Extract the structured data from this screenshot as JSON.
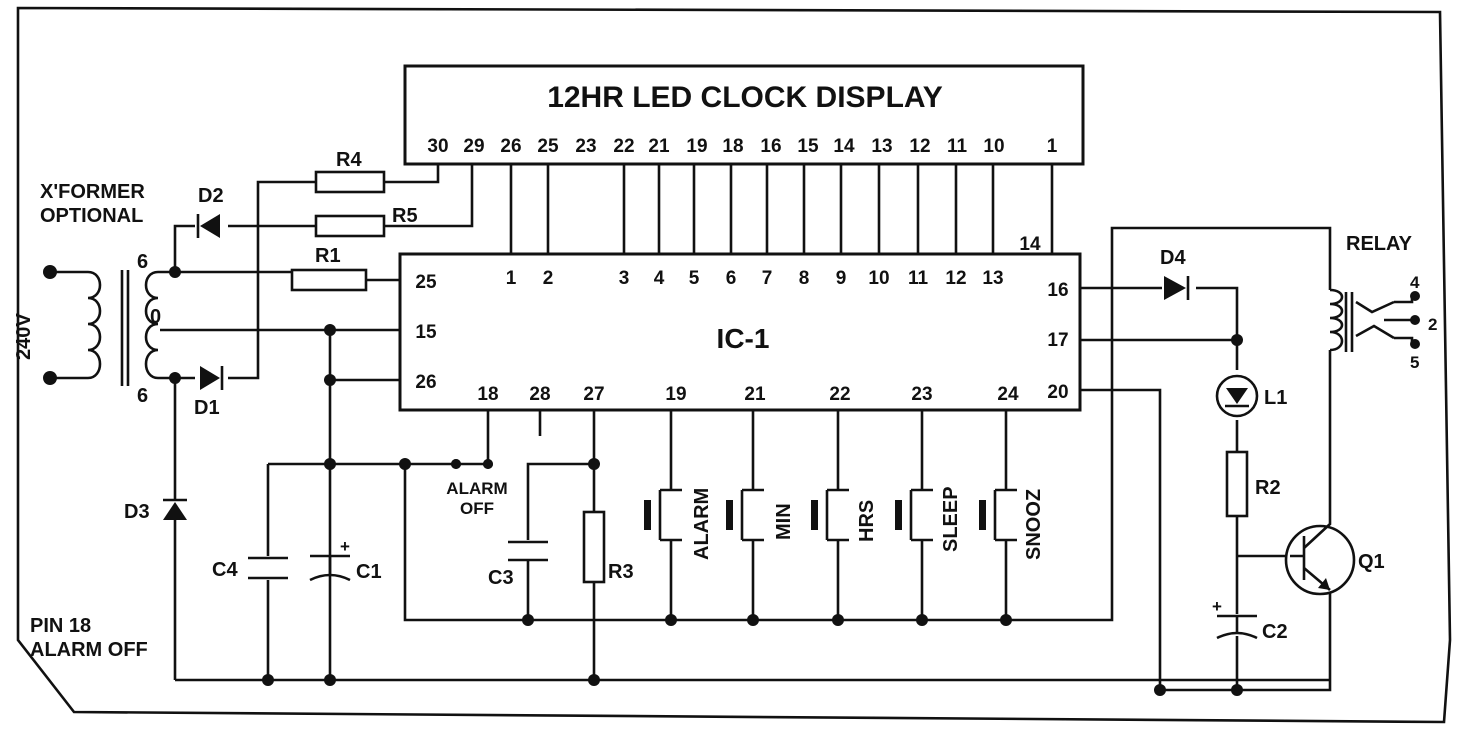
{
  "display": {
    "title": "12HR LED CLOCK DISPLAY",
    "pins": [
      "30",
      "29",
      "26",
      "25",
      "23",
      "22",
      "21",
      "19",
      "18",
      "16",
      "15",
      "14",
      "13",
      "12",
      "11",
      "10",
      "1"
    ],
    "pin_14": "14"
  },
  "ic": {
    "name": "IC-1",
    "left_pins": [
      "25",
      "15",
      "26"
    ],
    "top_pins": [
      "1",
      "2",
      "3",
      "4",
      "5",
      "6",
      "7",
      "8",
      "9",
      "10",
      "11",
      "12",
      "13"
    ],
    "bottom_pins": [
      "18",
      "28",
      "27",
      "19",
      "21",
      "22",
      "23",
      "24"
    ],
    "right_pins": [
      "16",
      "17",
      "20"
    ]
  },
  "transformer": {
    "label_line1": "X'FORMER",
    "label_line2": "OPTIONAL",
    "primary": "240V",
    "tap_top": "6",
    "tap_mid": "0",
    "tap_bottom": "6"
  },
  "components": {
    "R1": "R1",
    "R2": "R2",
    "R3": "R3",
    "R4": "R4",
    "R5": "R5",
    "D1": "D1",
    "D2": "D2",
    "D3": "D3",
    "D4": "D4",
    "C1": "C1",
    "C2": "C2",
    "C3": "C3",
    "C4": "C4",
    "L1": "L1",
    "Q1": "Q1",
    "plus": "+"
  },
  "switches": {
    "alarm_off_line1": "ALARM",
    "alarm_off_line2": "OFF",
    "alarm": "ALARM",
    "min": "MIN",
    "hrs": "HRS",
    "sleep": "SLEEP",
    "snooz": "SNOOZ"
  },
  "relay": {
    "label": "RELAY",
    "pin_top": "4",
    "pin_mid": "2",
    "pin_bottom": "5"
  },
  "note": {
    "line1": "PIN 18",
    "line2": "ALARM OFF"
  }
}
